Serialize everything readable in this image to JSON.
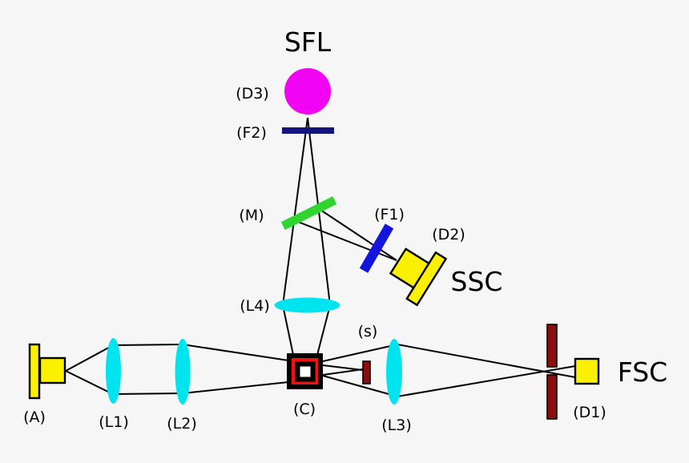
{
  "diagram": {
    "channels": {
      "sfl": "SFL",
      "ssc": "SSC",
      "fsc": "FSC"
    },
    "labels": {
      "d3": "(D3)",
      "f2": "(F2)",
      "m": "(M)",
      "f1": "(F1)",
      "d2": "(D2)",
      "l4": "(L4)",
      "s": "(s)",
      "a": "(A)",
      "l1": "(L1)",
      "l2": "(L2)",
      "c": "(C)",
      "l3": "(L3)",
      "d1": "(D1)"
    },
    "colors": {
      "background": "#F6F6F6",
      "ray": "#000000",
      "detector_yellow": "#FBF000",
      "lens_cyan": "#00E4F0",
      "mirror_green": "#2FD42F",
      "filter_blue": "#1414DF",
      "filter_navy": "#14147F",
      "fluorescence_magenta": "#F202F2",
      "flow_cell_red": "#EE1111",
      "flow_cell_core_white": "#FFFFFF",
      "beam_stop_maroon": "#8B0D0D",
      "text": "#000000"
    }
  }
}
